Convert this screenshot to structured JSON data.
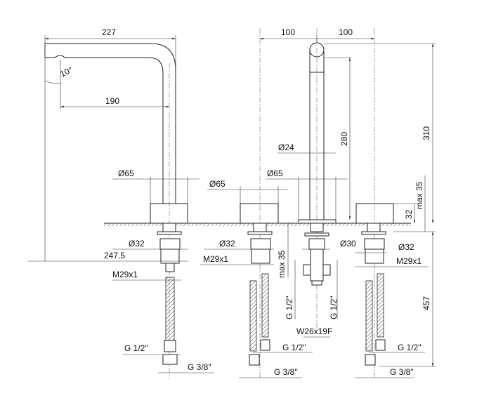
{
  "title": "Three-hole deck-mounted mixer technical drawing",
  "dimensions": {
    "spout_reach": "227",
    "spout_outlet": "190",
    "angle": "10°",
    "dia_65_left": "Ø65",
    "dia_65_mid": "Ø65",
    "dia_65_spout": "Ø65",
    "dia_24": "Ø24",
    "spacing_left": "100",
    "spacing_right": "100",
    "total_height": "310",
    "spout_height": "280",
    "max_35_deck": "max 35",
    "base_height": "32",
    "hose_length": "457",
    "total_reach": "247.5"
  },
  "connections": {
    "left": {
      "dia": "Ø32",
      "thread": "M29x1",
      "g_half": "G 1/2\"",
      "g_3_8": "G 3/8\""
    },
    "middle": {
      "dia": "Ø32",
      "thread": "M29x1",
      "max": "max 35",
      "g_half": "G 1/2\"",
      "g_3_8": "G 3/8\""
    },
    "spout": {
      "dia": "Ø30",
      "g_half_left": "G 1/2\"",
      "g_half_right": "G 1/2\"",
      "thread": "W26x19F"
    },
    "right": {
      "dia": "Ø32",
      "thread": "M29x1",
      "g_half": "G 1/2\"",
      "g_3_8": "G 3/8\""
    }
  }
}
